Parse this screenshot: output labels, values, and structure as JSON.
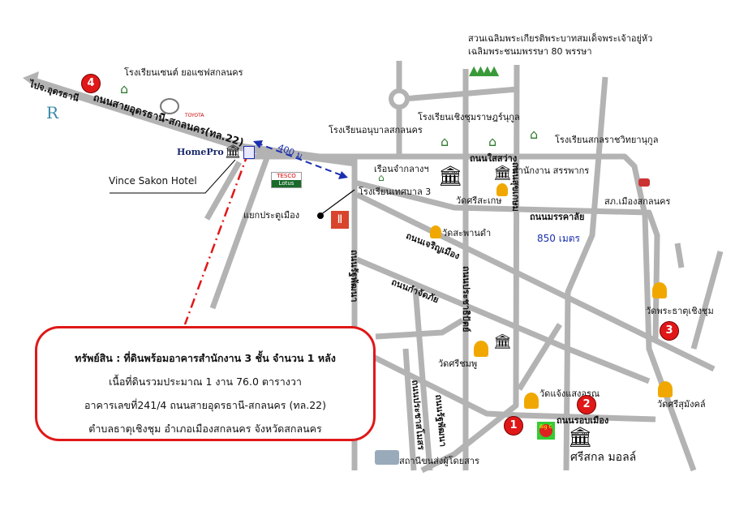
{
  "highway": {
    "to_label": "ไปจ.อุดรธานี",
    "name": "ถนนสายอุดรธานี-สกลนคร(ทล.22)"
  },
  "distance_400": "400 ม",
  "distance_850": "850 เมตร",
  "hotel": "Vince Sakon Hotel",
  "brands": {
    "homepro": "HomePro",
    "tesco": "TESCO",
    "lotus": "Lotus",
    "toyota": "TOYOTA"
  },
  "landmarks": {
    "park_line1": "สวนเฉลิมพระเกียรติพระบาทสมเด็จพระเจ้าอยู่หัว",
    "park_line2": "เฉลิมพระชนมพรรษา 80 พรรษา",
    "st_joseph": "โรงเรียนเซนต์ ยอแซฟสกลนคร",
    "anuban": "โรงเรียนอนุบาลสกลนคร",
    "choengchum": "โรงเรียนเชิงชุมราษฎร์นุกูล",
    "sakonrat": "โรงเรียนสกลราชวิทยานุกูล",
    "prison": "เรือนจำกลางฯ",
    "thetsaban3": "โรงเรียนเทศบาล 3",
    "revenue": "สำนักงาน สรรพากร",
    "wat_srisaket": "วัดศรีสะเกษ",
    "police": "สภ.เมืองสกลนคร",
    "wat_saphandam": "วัดสะพานดำ",
    "pratu_mueang": "แยกประตูเมือง",
    "wat_phrathat": "วัดพระธาตุเชิงชุม",
    "wat_srichomphu": "วัดศรีชมพู",
    "wat_chaeng": "วัดแจ้งแสงอรุณ",
    "wat_srisumang": "วัดศรีสุมังคล์",
    "srisakon_mall": "ศรีสกล มอลล์",
    "bus_station": "สถานีขนส่งผู้โดยสาร",
    "big_c": "Big C"
  },
  "roads": {
    "saisawang": "ถนนใสสว่าง",
    "makkhalai": "ถนนมรรคาลัย",
    "charoen": "ถนนเจริญเมือง",
    "kamchatphai": "ถนนกำจัดภัย",
    "ratpattana": "ถนนรัฐพัฒนา",
    "prachathipat": "ถนนประชาธิปัตย์",
    "sukkasem": "ถนนสุขเกษม",
    "prachasamosorn": "ถนนประชาสโมสร",
    "ratpattana2": "ถนนรัฐพัฒนา",
    "robmueang": "ถนนรอบเมือง"
  },
  "markers": [
    "1",
    "2",
    "3",
    "4"
  ],
  "info": {
    "line1": "ทรัพย์สิน :  ที่ดินพร้อมอาคารสำนักงาน 3 ชั้น จำนวน  1 หลัง",
    "line2": "เนื้อที่ดินรวมประมาณ 1 งาน 76.0 ตารางวา",
    "line3": "อาคารเลขที่241/4 ถนนสายอุดรธานี-สกลนคร (ทล.22)",
    "line4": "ตำบลธาตุเชิงชุม อำเภอเมืองสกลนคร จังหวัดสกลนคร"
  },
  "colors": {
    "road": "#b3b3b3",
    "marker": "#e01818",
    "route": "#e01818",
    "distance": "#1a2fb0",
    "wat": "#f0a800"
  }
}
